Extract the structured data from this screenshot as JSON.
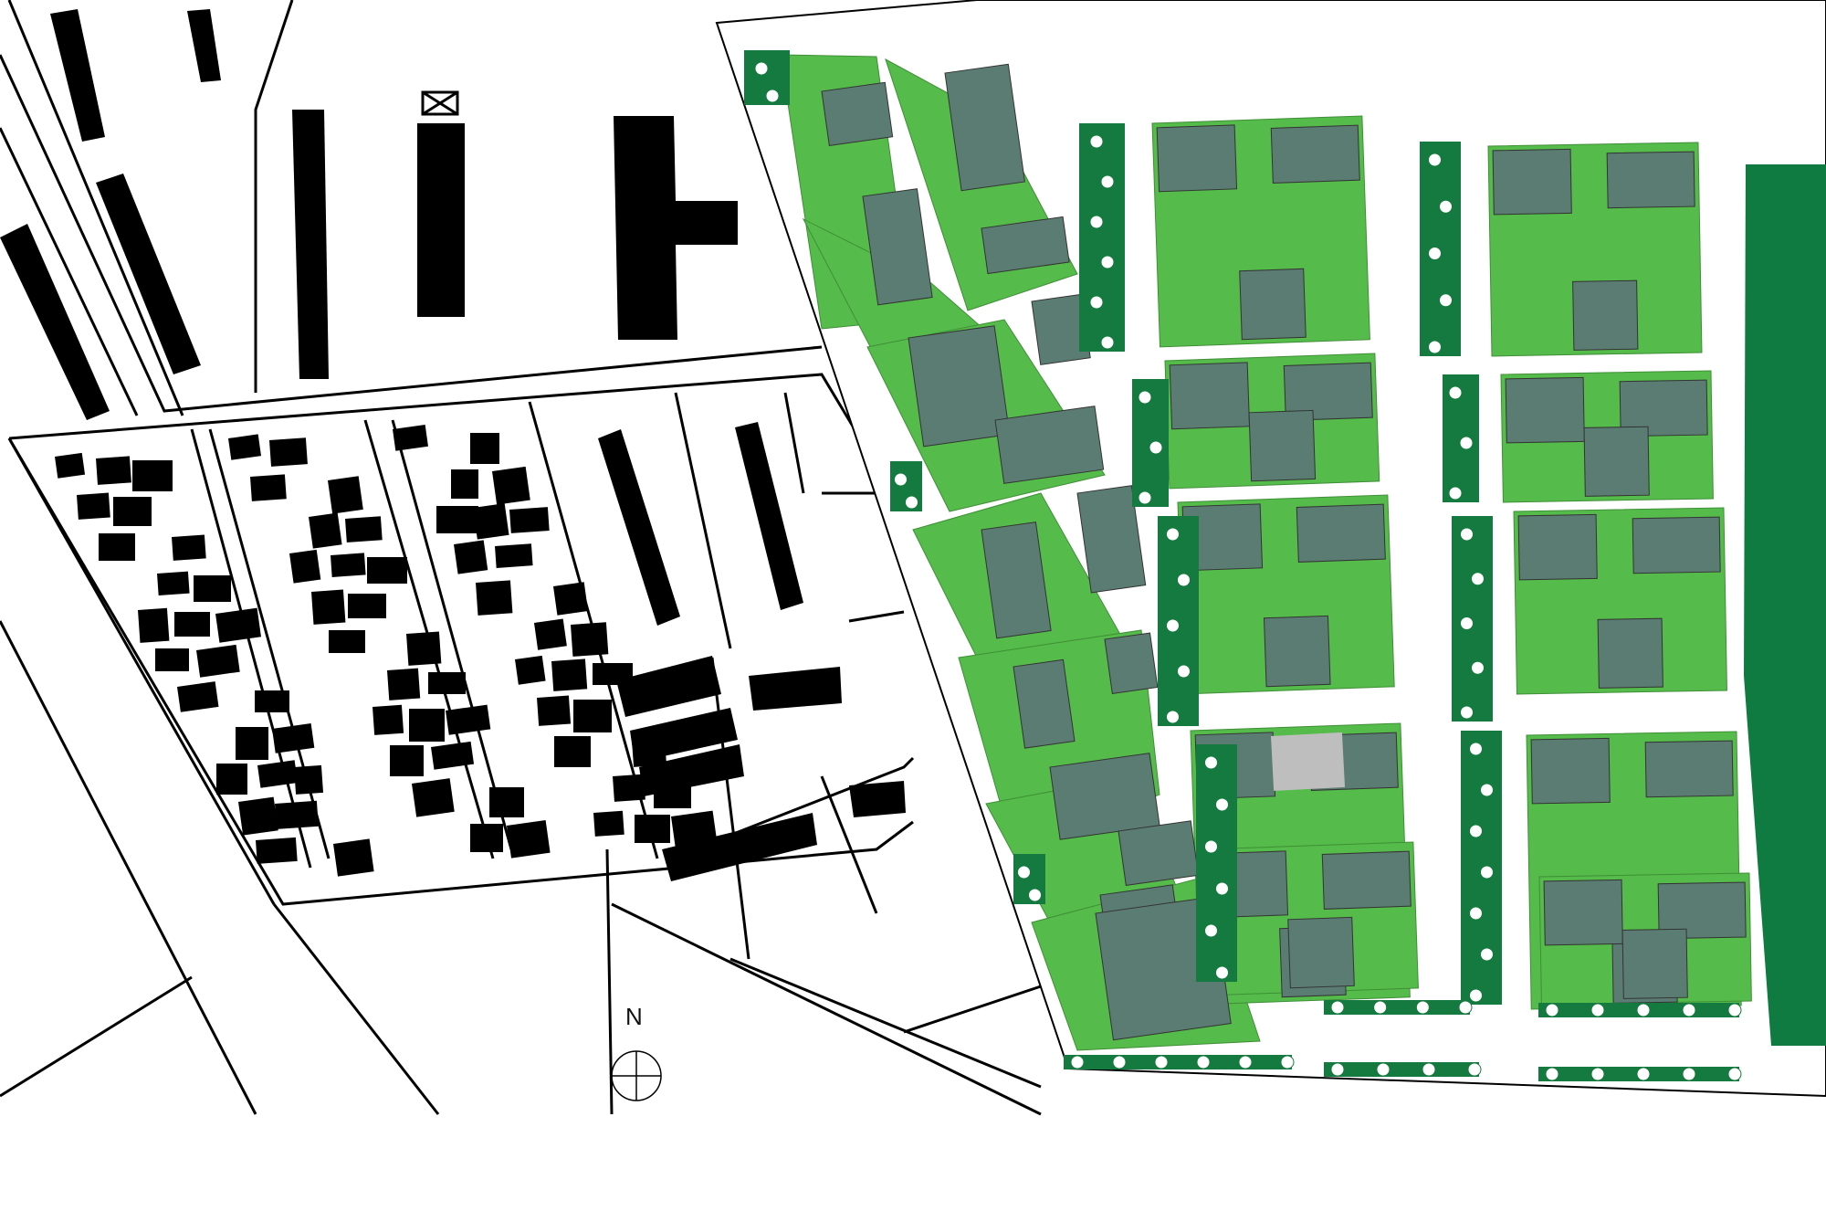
{
  "map": {
    "compass_label": "N",
    "colors": {
      "background": "#ffffff",
      "ink": "#000000",
      "building": "#5b7c73",
      "garden": "#55bb4a",
      "tree_strip": "#157a3f",
      "park": "#107b40",
      "highlight_building": "#bebebe",
      "tree": "#ffffff"
    },
    "panels": {
      "existing": {
        "name": "existing-site-plan"
      },
      "proposed": {
        "name": "proposed-green-site-plan"
      }
    }
  }
}
